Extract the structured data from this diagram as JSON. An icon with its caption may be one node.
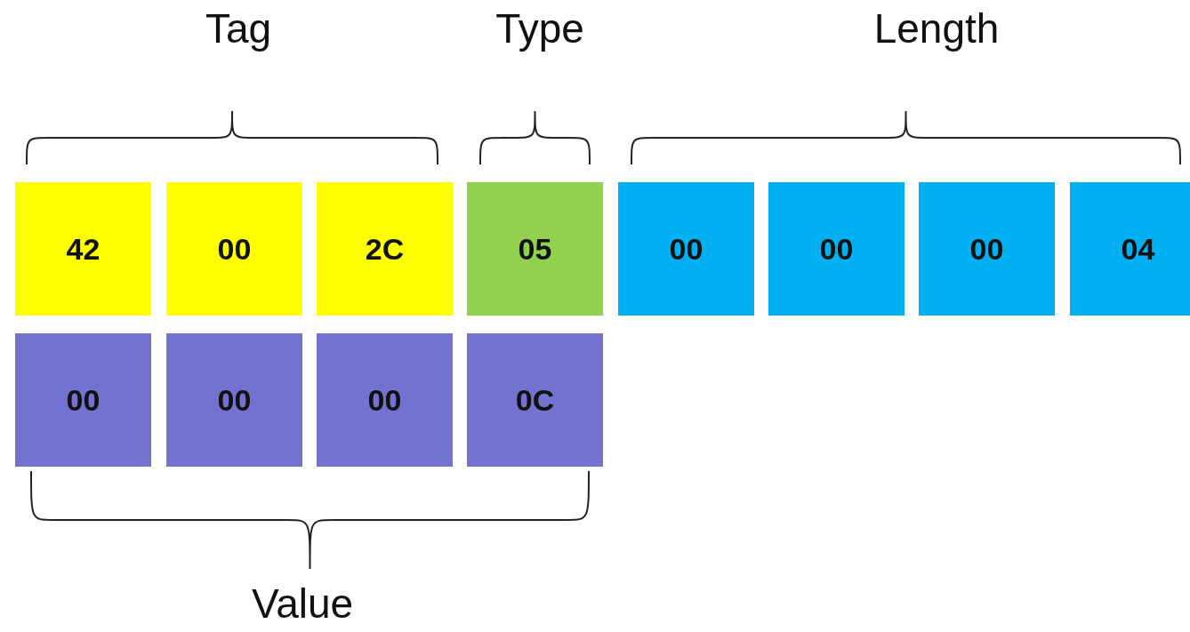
{
  "diagram": {
    "nodes": [
      {
        "text": [
          "42"
        ]
      },
      {
        "text": [
          "00"
        ]
      },
      {
        "text": [
          "2C"
        ]
      },
      {
        "text": [
          "05"
        ]
      },
      {
        "text": [
          "00"
        ]
      },
      {
        "text": [
          "00"
        ]
      },
      {
        "text": [
          "00"
        ]
      },
      {
        "text": [
          "04"
        ]
      },
      {
        "text": [
          "00"
        ]
      },
      {
        "text": [
          "00"
        ]
      },
      {
        "text": [
          "00"
        ]
      },
      {
        "text": [
          "0C"
        ]
      }
    ],
    "edges": [],
    "labels": [
      "Tag",
      "Type",
      "Length",
      "Value"
    ]
  }
}
